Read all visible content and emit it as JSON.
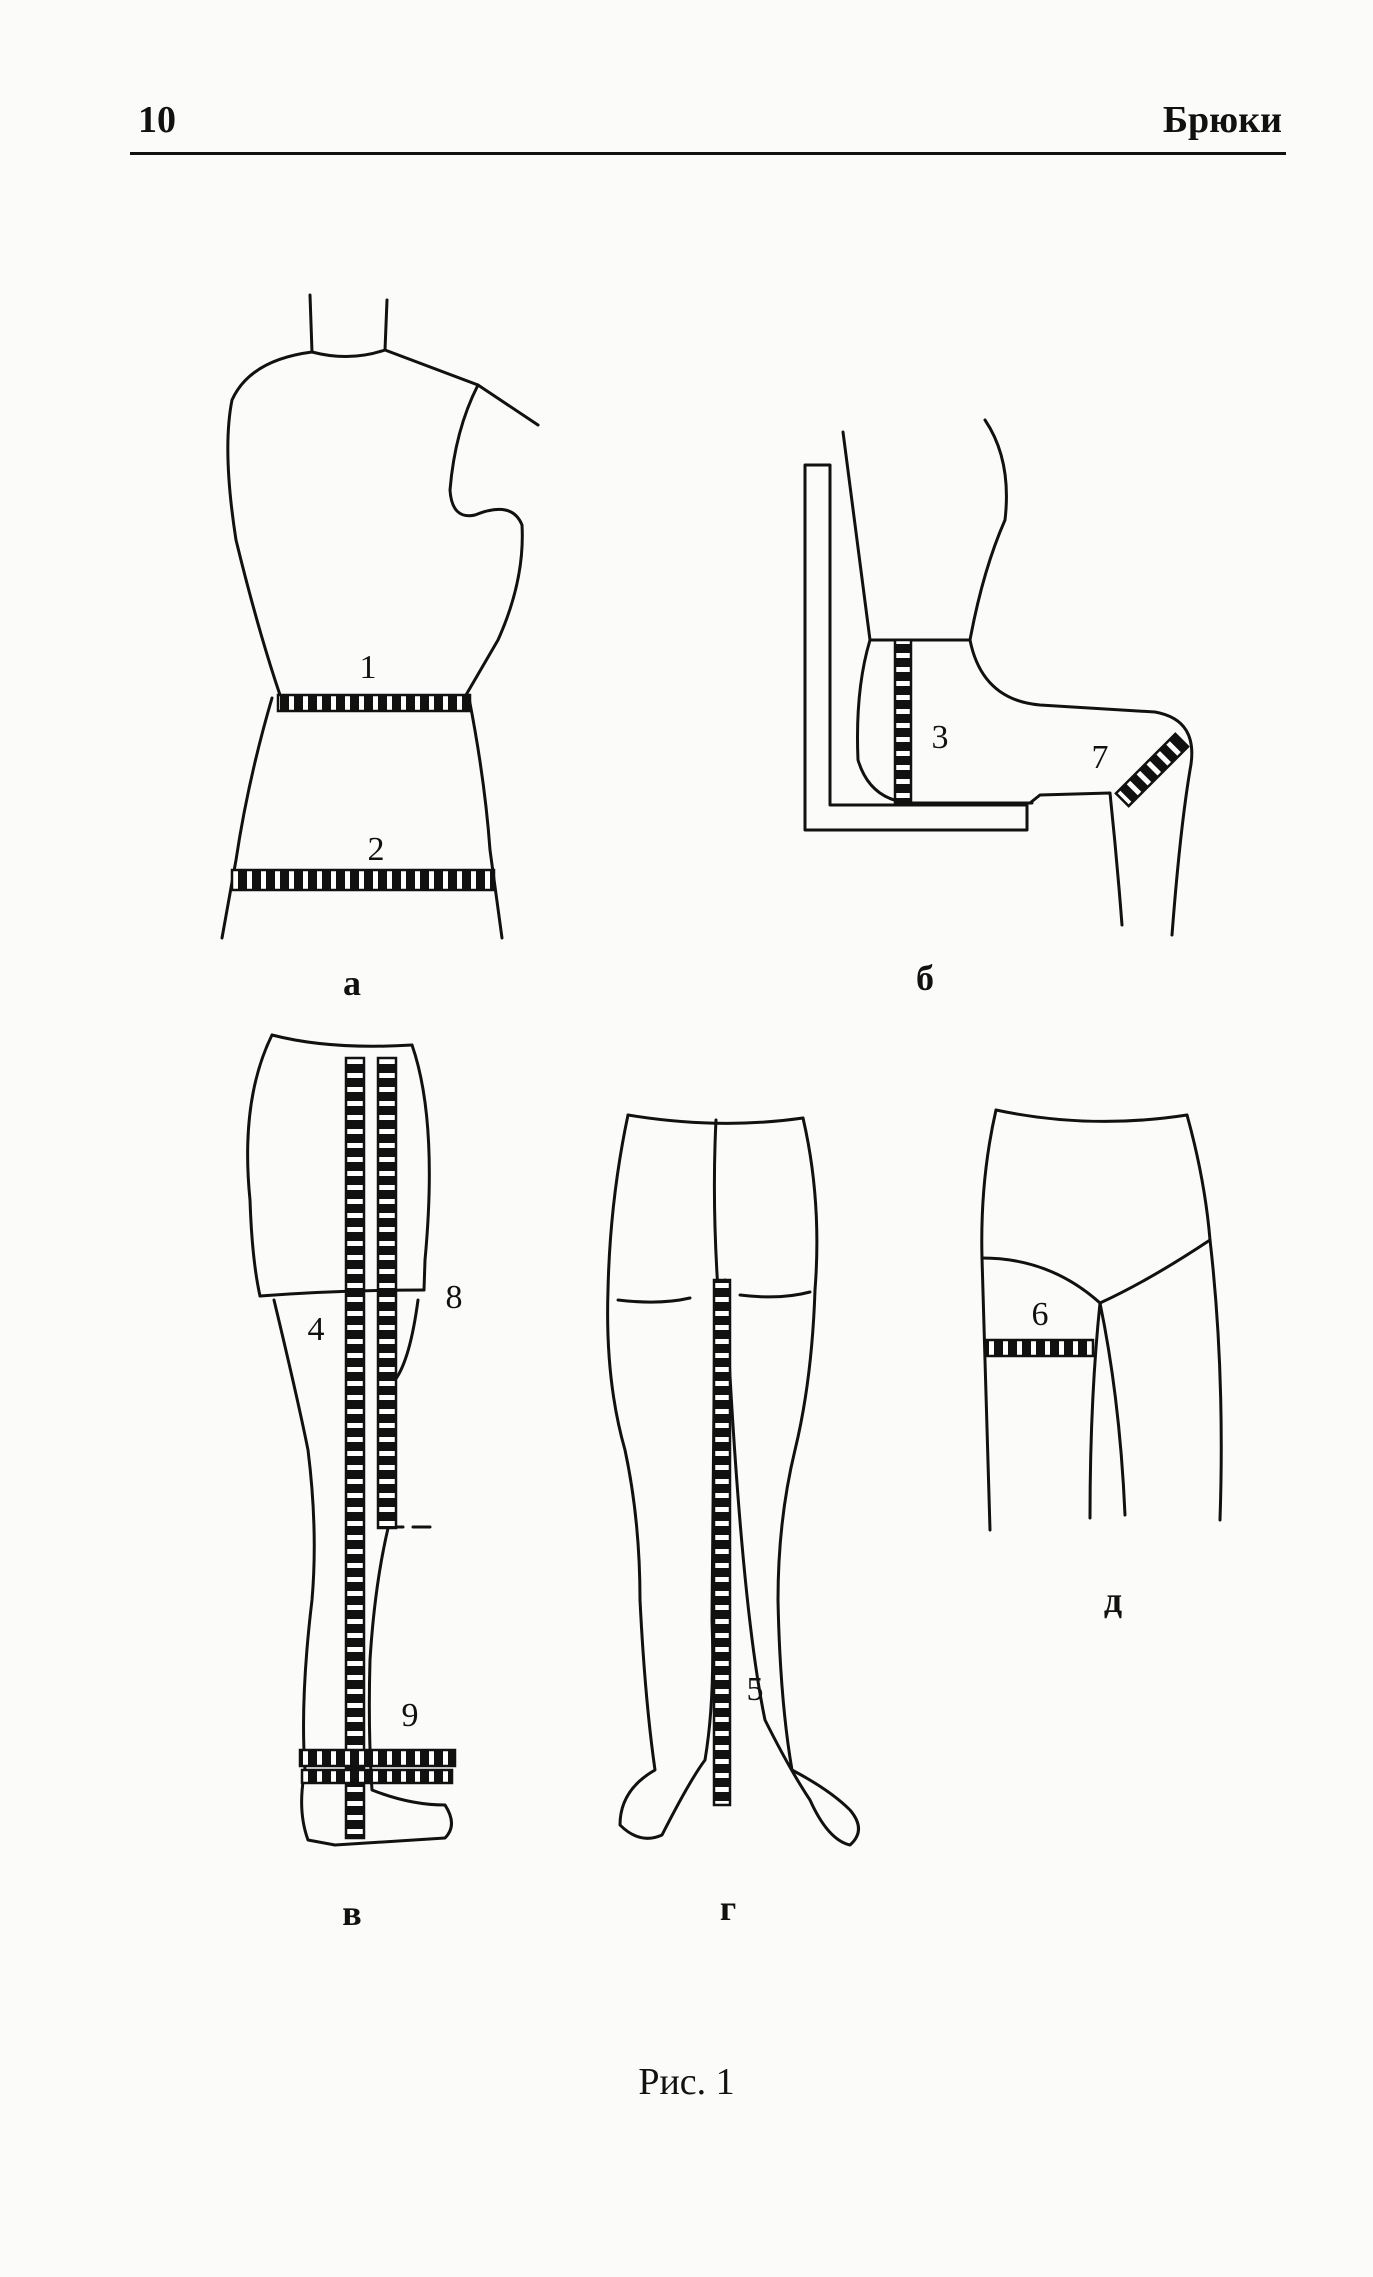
{
  "header": {
    "page_number": "10",
    "running_title": "Брюки"
  },
  "panels": [
    {
      "id": "a",
      "label": "а"
    },
    {
      "id": "b",
      "label": "б"
    },
    {
      "id": "v",
      "label": "в"
    },
    {
      "id": "g",
      "label": "г"
    },
    {
      "id": "d",
      "label": "д"
    }
  ],
  "measurements": [
    "1",
    "2",
    "3",
    "4",
    "5",
    "6",
    "7",
    "8",
    "9"
  ],
  "caption": "Рис. 1"
}
